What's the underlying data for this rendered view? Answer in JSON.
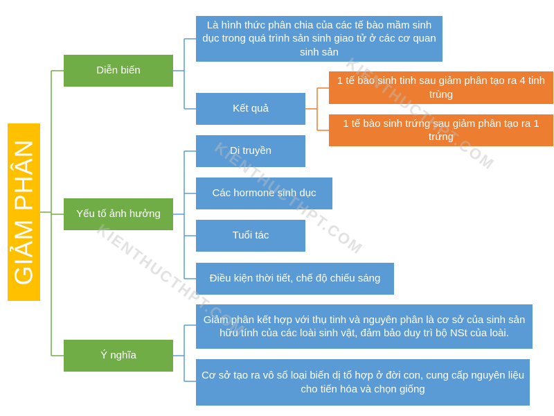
{
  "root": {
    "label": "GIẢM PHÂN"
  },
  "branches": [
    {
      "label": "Diễn biến",
      "children": [
        {
          "label": "Là hình thức phân chia của các tế bào mầm sinh dục trong quá trình sản sinh giao tử ở các cơ quan sinh sản"
        },
        {
          "label": "Kết quả",
          "children": [
            {
              "label": "1 tế bào sinh tinh sau giảm phân tạo ra 4 tinh trùng"
            },
            {
              "label": "1 tế bào sinh trứng sau giảm phân tạo ra 1 trứng"
            }
          ]
        }
      ]
    },
    {
      "label": "Yếu tố ảnh hưởng",
      "children": [
        {
          "label": "Di truyền"
        },
        {
          "label": "Các hormone sinh dục"
        },
        {
          "label": "Tuổi tác"
        },
        {
          "label": "Điều kiện thời tiết, chế độ chiếu sáng"
        }
      ]
    },
    {
      "label": "Ý nghĩa",
      "children": [
        {
          "label": "Giảm phân kết hợp với thụ tinh và nguyên phân là cơ sở của sinh sản hữu tính của các loài sinh vật, đảm bảo duy trì bộ NSt của loài."
        },
        {
          "label": "Cơ sở tạo ra vô số loại biến dị tổ hợp ở đời con, cung cấp nguyên liệu cho tiến hóa và chọn giống"
        }
      ]
    }
  ],
  "watermark": {
    "text": "KIENTHUCTHPT.COM"
  },
  "colors": {
    "root": "#ffc000",
    "branch": "#70ad47",
    "leaf": "#5b9bd5",
    "result": "#ed7d31",
    "connector_green": "#70ad47",
    "connector_blue": "#5b9bd5",
    "connector_orange": "#ed7d31"
  }
}
